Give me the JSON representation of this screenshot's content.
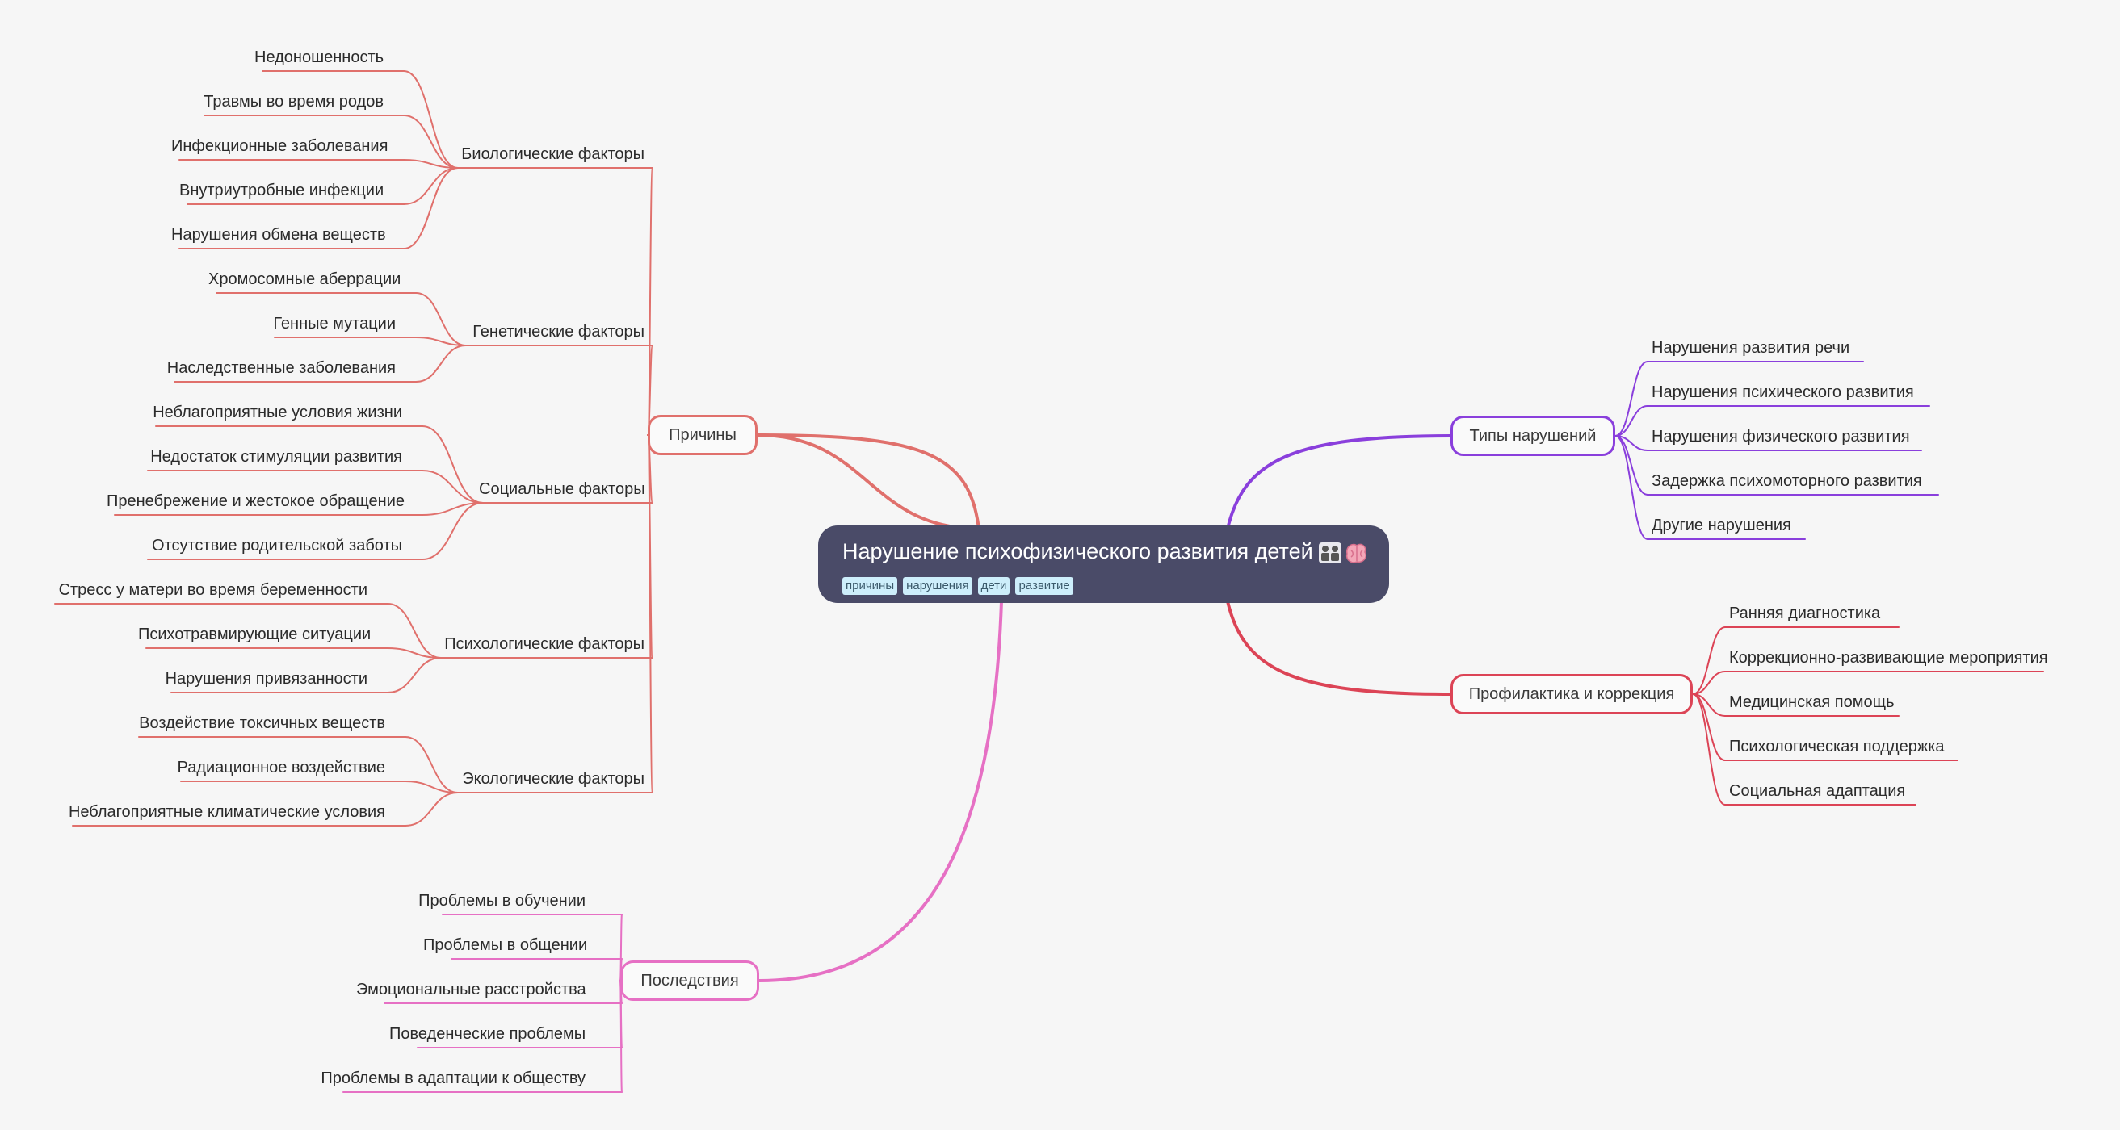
{
  "root": {
    "title": "Нарушение психофизического развития детей",
    "tags": [
      "причины",
      "нарушения",
      "дети",
      "развитие"
    ]
  },
  "colors": {
    "causes": "#e0706c",
    "types": "#8a3fdc",
    "prevention": "#dc4456",
    "consequences": "#e670c4",
    "root_bg": "#4a4b68",
    "tag_bg": "#cdeefb"
  },
  "branches": {
    "causes": {
      "label": "Причины",
      "groups": [
        {
          "label": "Биологические факторы",
          "items": [
            "Недоношенность",
            "Травмы во время родов",
            "Инфекционные заболевания",
            "Внутриутробные инфекции",
            "Нарушения обмена веществ"
          ]
        },
        {
          "label": "Генетические факторы",
          "items": [
            "Хромосомные аберрации",
            "Генные мутации",
            "Наследственные заболевания"
          ]
        },
        {
          "label": "Социальные факторы",
          "items": [
            "Неблагоприятные условия жизни",
            "Недостаток стимуляции развития",
            "Пренебрежение и жестокое обращение",
            "Отсутствие родительской заботы"
          ]
        },
        {
          "label": "Психологические факторы",
          "items": [
            "Стресс у матери во время беременности",
            "Психотравмирующие ситуации",
            "Нарушения привязанности"
          ]
        },
        {
          "label": "Экологические факторы",
          "items": [
            "Воздействие токсичных веществ",
            "Радиационное воздействие",
            "Неблагоприятные климатические условия"
          ]
        }
      ]
    },
    "consequences": {
      "label": "Последствия",
      "items": [
        "Проблемы в обучении",
        "Проблемы в общении",
        "Эмоциональные расстройства",
        "Поведенческие проблемы",
        "Проблемы в адаптации к обществу"
      ]
    },
    "types": {
      "label": "Типы нарушений",
      "items": [
        "Нарушения развития речи",
        "Нарушения психического развития",
        "Нарушения физического развития",
        "Задержка психомоторного развития",
        "Другие нарушения"
      ]
    },
    "prevention": {
      "label": "Профилактика и коррекция",
      "items": [
        "Ранняя диагностика",
        "Коррекционно-развивающие мероприятия",
        "Медицинская помощь",
        "Психологическая поддержка",
        "Социальная адаптация"
      ]
    }
  }
}
